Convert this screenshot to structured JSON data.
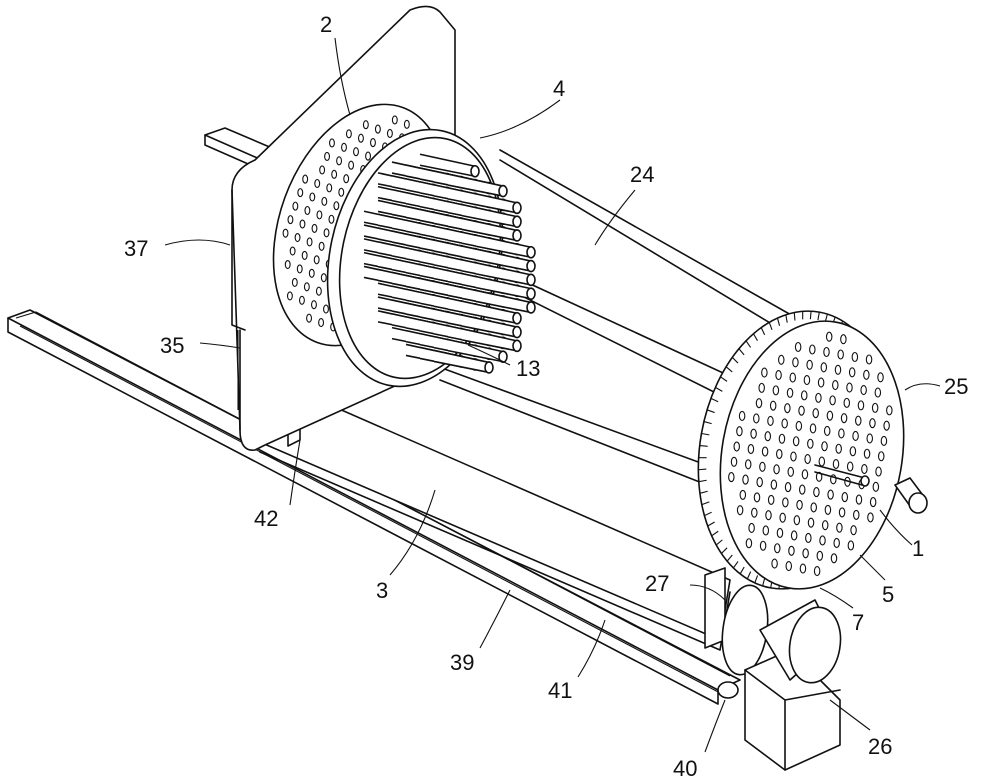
{
  "figure": {
    "type": "patent-style isometric line drawing",
    "labels": [
      "2",
      "4",
      "24",
      "37",
      "35",
      "13",
      "25",
      "42",
      "1",
      "3",
      "27",
      "5",
      "7",
      "39",
      "41",
      "26",
      "40"
    ]
  }
}
